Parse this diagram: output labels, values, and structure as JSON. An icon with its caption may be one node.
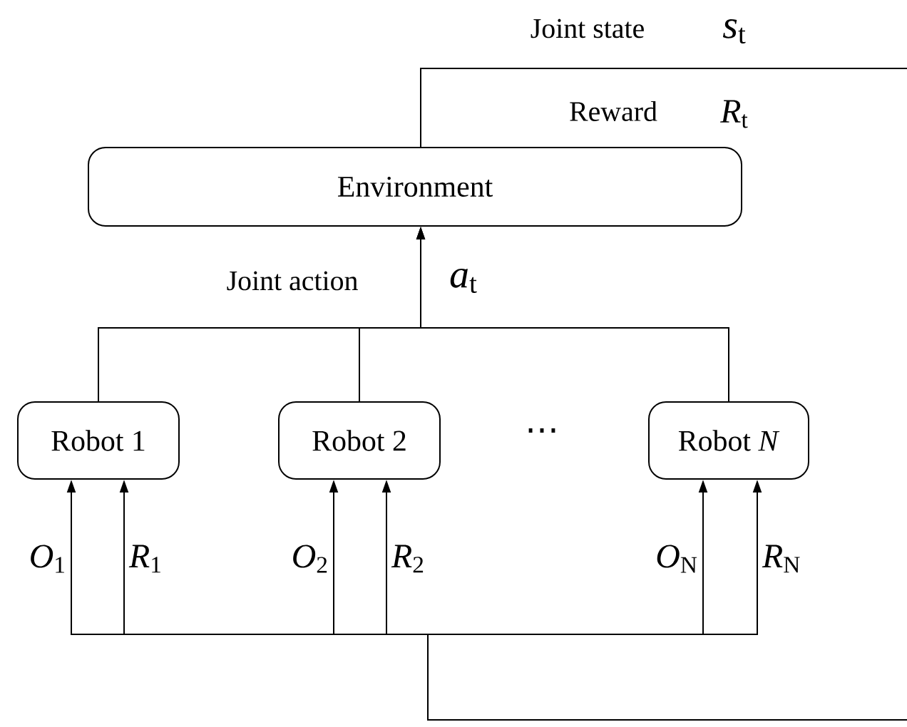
{
  "diagram": {
    "nodes": [
      {
        "text": [
          "Environment"
        ]
      },
      {
        "text": [
          "Robot 1"
        ]
      },
      {
        "text": [
          "Robot 2"
        ]
      },
      {
        "text": [
          "Robot *N*"
        ]
      }
    ],
    "edges": [
      {
        "from": 1,
        "to": 0,
        "arrow": "to"
      },
      {
        "from": 2,
        "to": 0,
        "arrow": "to"
      },
      {
        "from": 3,
        "to": 0,
        "arrow": "to"
      },
      {
        "from": 0,
        "to": null,
        "arrow": "none"
      },
      {
        "from": null,
        "to": 1,
        "arrow": "to",
        "label": "*O*$_{1}$"
      },
      {
        "from": null,
        "to": 1,
        "arrow": "to",
        "label": "*R*$_{1}$"
      },
      {
        "from": null,
        "to": 2,
        "arrow": "to",
        "label": "*O*$_{2}$"
      },
      {
        "from": null,
        "to": 2,
        "arrow": "to",
        "label": "*R*$_{2}$"
      },
      {
        "from": null,
        "to": 3,
        "arrow": "to",
        "label": "*O*$_{N}$"
      },
      {
        "from": null,
        "to": 3,
        "arrow": "to",
        "label": "*R*$_{N}$"
      }
    ],
    "labels": [
      "Joint state",
      "*s*$_{t}$",
      "Reward",
      "*R*$_{t}$",
      "Joint action",
      "*a*$_{t}$",
      "⋯"
    ]
  }
}
